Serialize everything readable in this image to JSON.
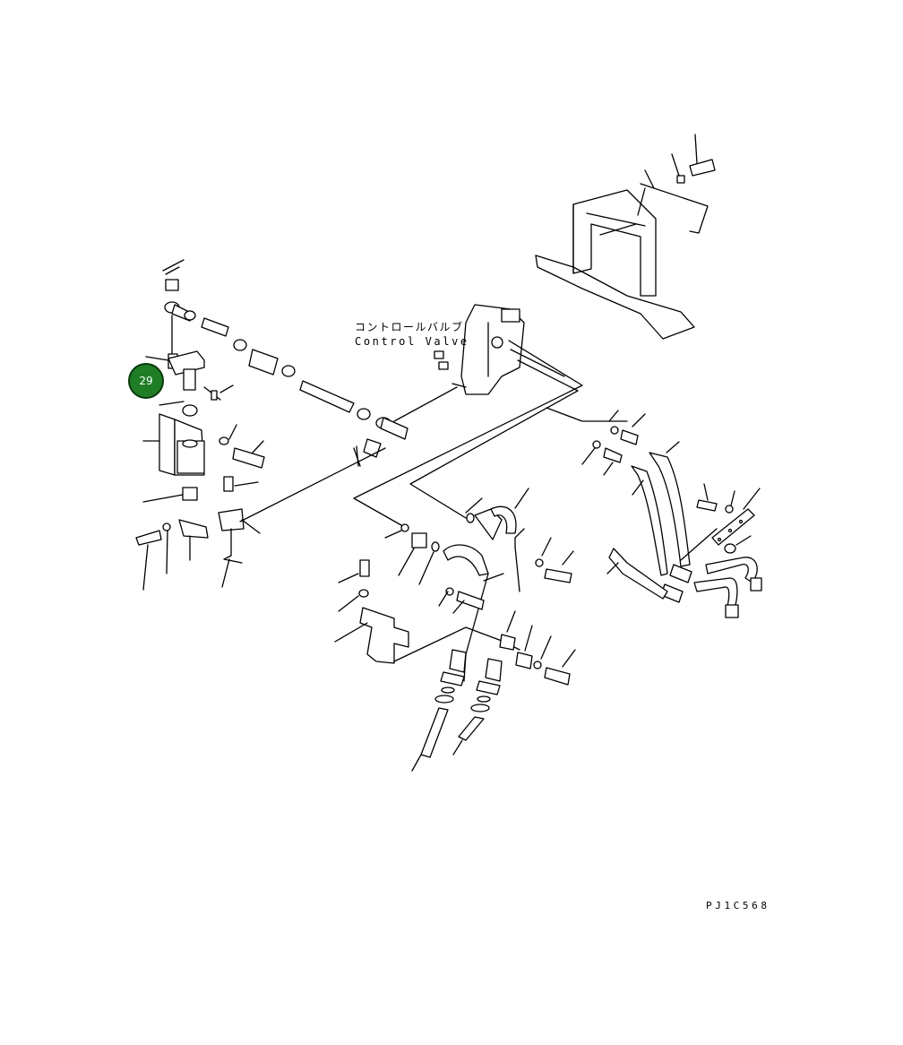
{
  "diagram": {
    "label_jp": "コントロールバルブ",
    "label_en": "Control Valve",
    "drawing_code": "PJ1C568",
    "highlighted_callout": "29"
  }
}
